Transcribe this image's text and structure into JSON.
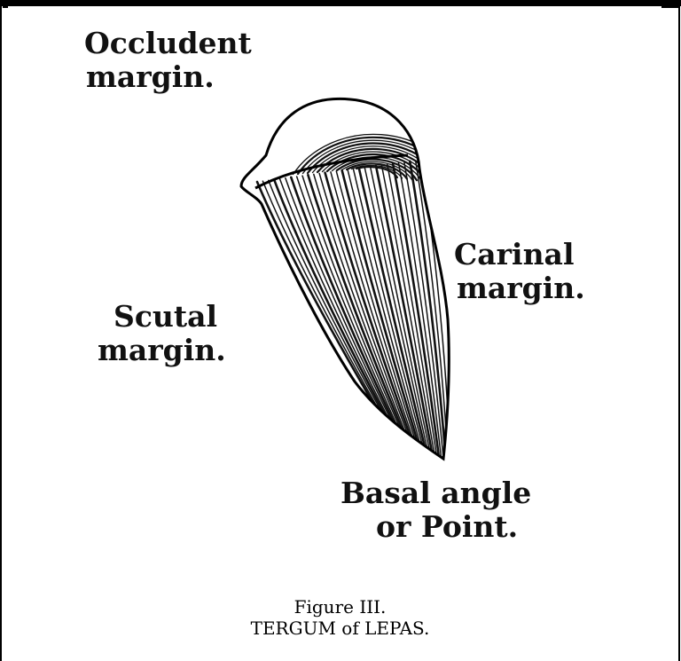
{
  "labels": {
    "occludent": [
      "Occludent",
      "margin."
    ],
    "carinal": [
      "Carinal",
      "margin."
    ],
    "scutal": [
      "Scutal",
      "margin."
    ],
    "basal": [
      "Basal angle",
      "or Point."
    ]
  },
  "caption": {
    "line1": "Figure III.",
    "line2": "TERGUM of LEPAS."
  }
}
